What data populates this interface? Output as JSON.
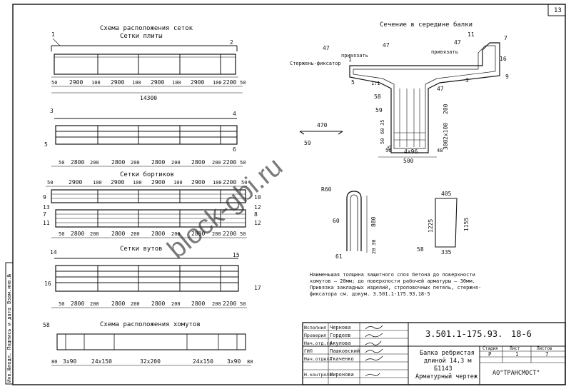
{
  "sheet": {
    "number": "13"
  },
  "titles": {
    "meshes_layout": "Схема расположения сеток",
    "slab_meshes": "Сетки плиты",
    "side_meshes": "Сетки бортиков",
    "haunch_meshes": "Сетки вутов",
    "stirrups_layout": "Схема расположения хомутов",
    "section": "Сечение в середине балки"
  },
  "watermark": "block-gbi.ru",
  "slab": {
    "callouts": [
      "1",
      "2",
      "3",
      "4",
      "5",
      "6"
    ],
    "row1_dims": [
      "50",
      "2900",
      "100",
      "2900",
      "100",
      "2900",
      "100",
      "2900",
      "100",
      "2200",
      "50"
    ],
    "total": "14300",
    "row2_dims": [
      "50",
      "2800",
      "200",
      "2800",
      "200",
      "2800",
      "200",
      "2800",
      "200",
      "2200",
      "50"
    ]
  },
  "side": {
    "callouts": [
      "9",
      "10",
      "13",
      "12",
      "7",
      "8",
      "11",
      "12"
    ],
    "row1_dims": [
      "50",
      "2900",
      "100",
      "2900",
      "100",
      "2900",
      "100",
      "2900",
      "100",
      "2200",
      "50"
    ],
    "row2_dims": [
      "50",
      "2800",
      "200",
      "2800",
      "200",
      "2800",
      "200",
      "2800",
      "200",
      "2200",
      "50"
    ]
  },
  "haunch": {
    "callouts": [
      "14",
      "15",
      "16",
      "17"
    ],
    "row_dims": [
      "50",
      "2800",
      "200",
      "2800",
      "200",
      "2800",
      "200",
      "2800",
      "200",
      "2200",
      "50"
    ]
  },
  "stirrups": {
    "callout": "58",
    "dims": [
      "80",
      "3x90",
      "24x150",
      "32x200",
      "24x150",
      "3x90",
      "80"
    ]
  },
  "section": {
    "labels": {
      "n47a": "47",
      "n47b": "47",
      "n47c": "47",
      "n47d": "47",
      "tie1": "привязать",
      "tie2": "привязать",
      "fixer": "Стержень-фиксатор",
      "n11": "11",
      "n7": "7",
      "n16": "16",
      "n1": "1",
      "n5": "5",
      "n3": "3",
      "n9": "9",
      "n58": "58",
      "n59": "59",
      "n56": "56",
      "n48": "48",
      "d200": "200",
      "d2x100": "2x100",
      "d300": "300",
      "d4x96": "4x96",
      "d500": "500",
      "d50": "50",
      "d60": "60",
      "d35": "35",
      "d35b": "35",
      "s11": "1:1"
    }
  },
  "details": {
    "bar59_len": "470",
    "bar59_pos": "59",
    "r60": "R60",
    "pos60": "60",
    "pos61": "61",
    "d880": "880",
    "d20": "20",
    "d30": "30",
    "d405": "405",
    "d1225": "1225",
    "d1155": "1155",
    "pos58": "58",
    "d335": "335"
  },
  "notes": [
    "Наименьшая толщина защитного слоя бетона до поверхности",
    "хомутов – 20мм; до поверхности рабочей арматуры – 30мм.",
    "Привязка закладных изделий, строповочных петель, стержня-",
    "фиксатора см. докум. 3.501.1-175.93.18-5"
  ],
  "titleblock": {
    "code": "3.501.1-175.93.",
    "sheet_code": "18-6",
    "roles": [
      "Исполнил",
      "Проверил",
      "Нач.отд.гр",
      "ГИП",
      "Нач.отдела",
      "Н.контроль"
    ],
    "names": [
      "Чернова",
      "Гордеев",
      "Акулова",
      "Пашковский",
      "Ткаченко",
      "Миронова"
    ],
    "title_lines": [
      "Балка ребристая",
      "длиной 14,3 м",
      "Б1143",
      "Арматурный чертеж"
    ],
    "stage_head": "Стадия",
    "sheet_head": "Лист",
    "sheets_head": "Листов",
    "stage": "Р",
    "sheet": "1",
    "sheets": "7",
    "org": "АО\"ТРАНСМОСТ\""
  },
  "side_stamp": [
    "Инв.№подл.",
    "Подпись и дата",
    "Взам.инв.№"
  ],
  "chart_data": {
    "type": "table",
    "title": "Сечение в середине балки",
    "slab_mesh_spacing_mm": [
      50,
      2900,
      100,
      2900,
      100,
      2900,
      100,
      2900,
      100,
      2200,
      50
    ],
    "slab_total_mm": 14300,
    "mesh_row2_spacing_mm": [
      50,
      2800,
      200,
      2800,
      200,
      2800,
      200,
      2800,
      200,
      2200,
      50
    ],
    "stirrup_spacing": [
      "80",
      "3x90",
      "24x150",
      "32x200",
      "24x150",
      "3x90",
      "80"
    ]
  }
}
